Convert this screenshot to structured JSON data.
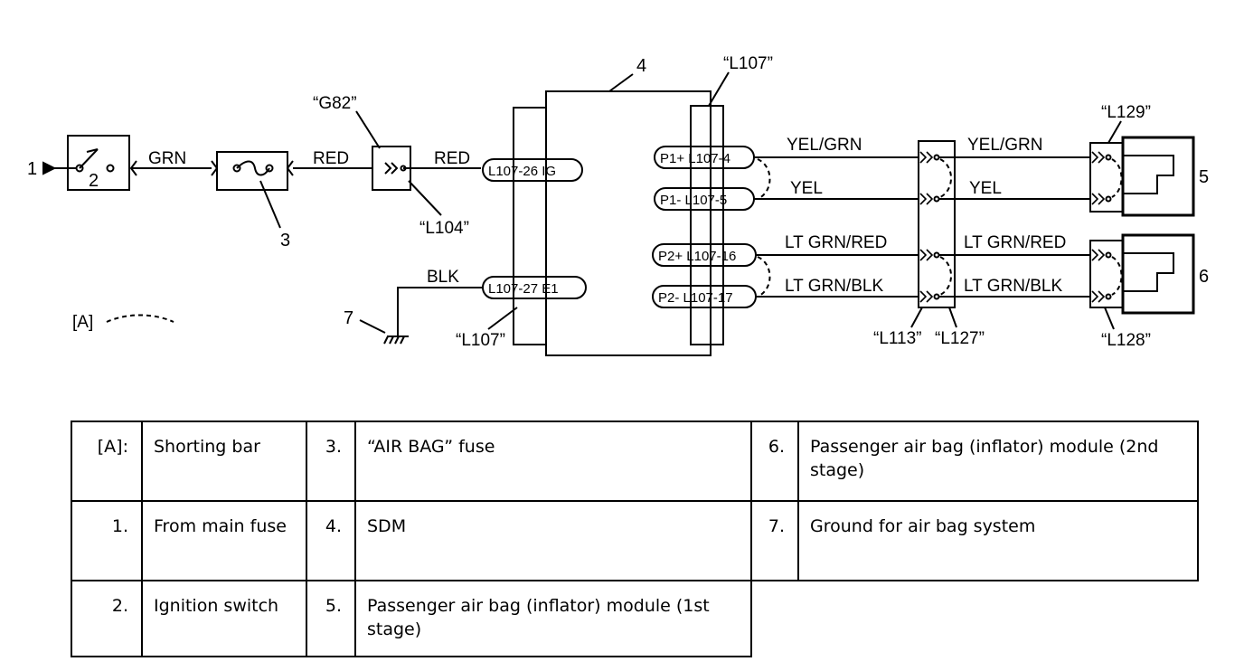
{
  "diagram": {
    "callouts": {
      "c1": "1",
      "c2": "2",
      "c3": "3",
      "c4": "4",
      "c5": "5",
      "c6": "6",
      "c7": "7",
      "shorting_bar": "[A]"
    },
    "connectors": {
      "g82": "“G82”",
      "l104": "“L104”",
      "l107_top": "“L107”",
      "l107_bottom": "“L107”",
      "l129": "“L129”",
      "l128": "“L128”",
      "l113": "“L113”",
      "l127": "“L127”"
    },
    "wires": {
      "grn": "GRN",
      "red1": "RED",
      "red2": "RED",
      "blk": "BLK",
      "p1p_left": "YEL/GRN",
      "p1p_right": "YEL/GRN",
      "p1m_left": "YEL",
      "p1m_right": "YEL",
      "p2p_left": "LT GRN/RED",
      "p2p_right": "LT GRN/RED",
      "p2m_left": "LT GRN/BLK",
      "p2m_right": "LT GRN/BLK"
    },
    "terminals": {
      "ig": "L107-26  IG",
      "e1": "L107-27  E1",
      "p1p": "P1+  L107-4",
      "p1m": "P1-   L107-5",
      "p2p": "P2+ L107-16",
      "p2m": "P2-  L107-17"
    }
  },
  "legend": {
    "rows": [
      [
        {
          "key": "[A]:",
          "value": "Shorting bar"
        },
        {
          "key": "3.",
          "value": "“AIR BAG” fuse"
        },
        {
          "key": "6.",
          "value": "Passenger air bag (inflator) module (2nd stage)"
        }
      ],
      [
        {
          "key": "1.",
          "value": "From main fuse"
        },
        {
          "key": "4.",
          "value": "SDM"
        },
        {
          "key": "7.",
          "value": "Ground for air bag system"
        }
      ],
      [
        {
          "key": "2.",
          "value": "Ignition switch"
        },
        {
          "key": "5.",
          "value": "Passenger air bag (inflator) module (1st stage)"
        }
      ]
    ]
  }
}
